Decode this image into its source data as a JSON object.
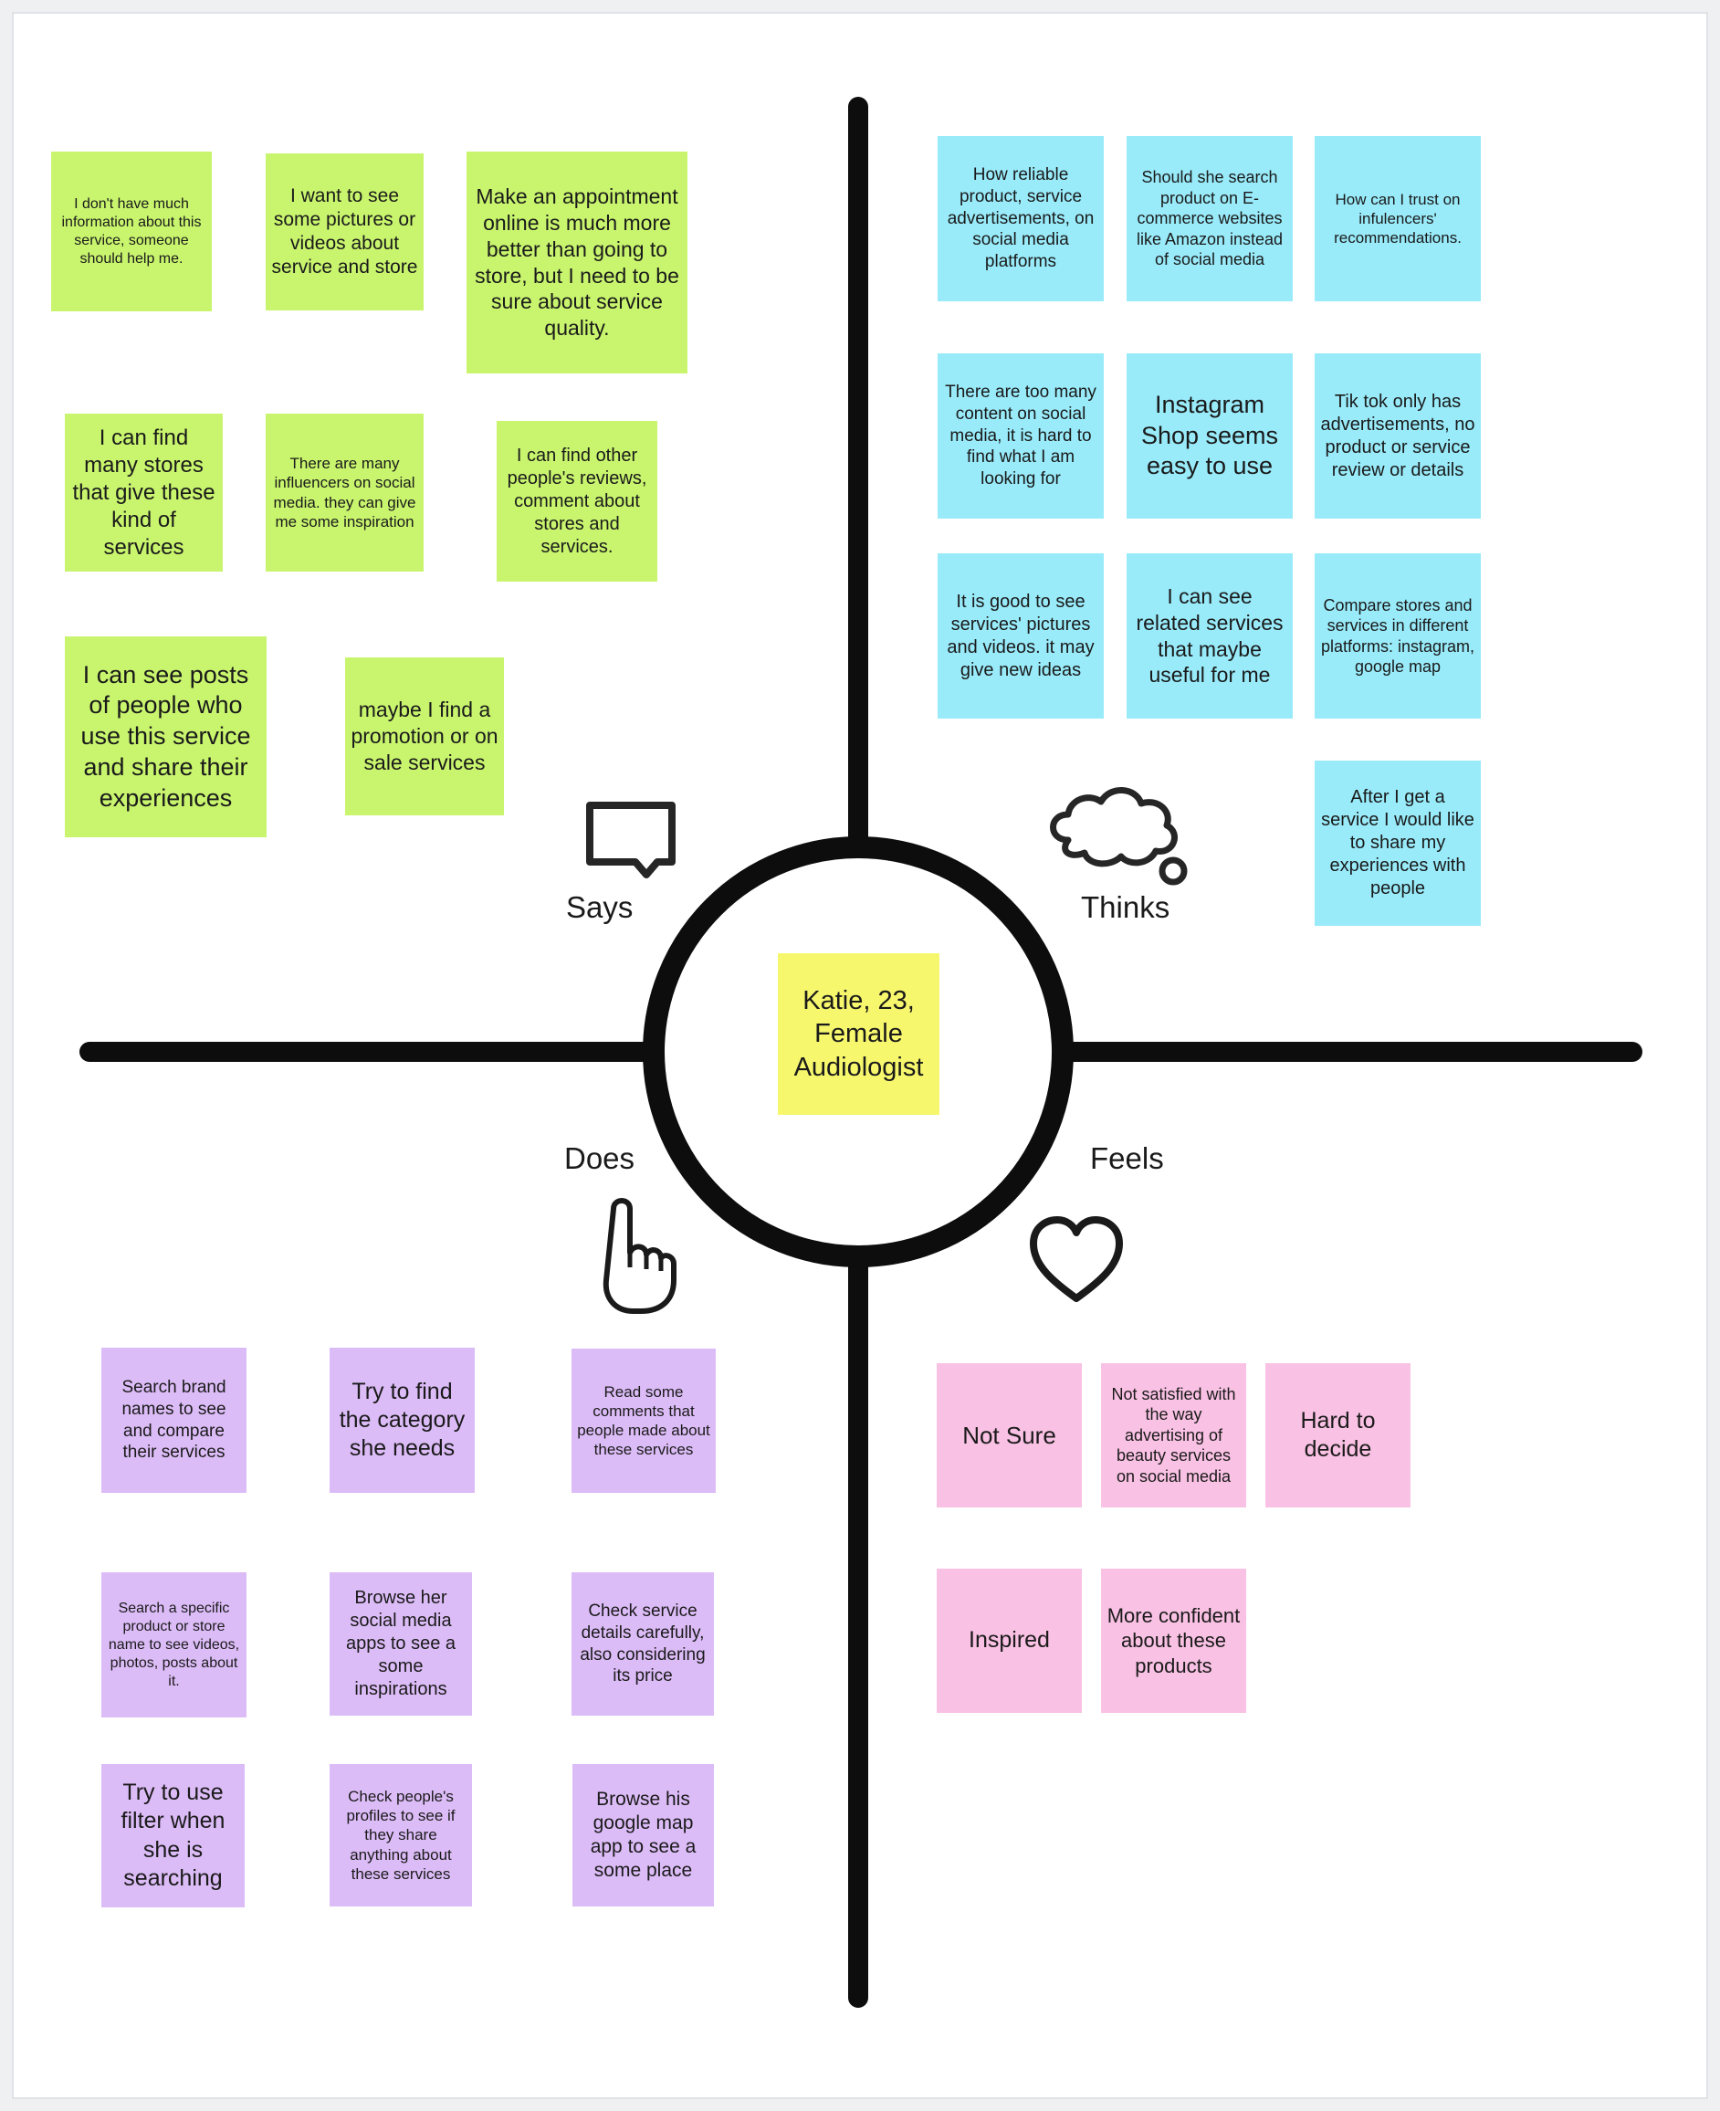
{
  "colors": {
    "says": "#c9f56e",
    "thinks": "#99ebfa",
    "does": "#dcbcf7",
    "feels": "#f9c1e3",
    "center": "#f7f76e",
    "line": "#0d0d0d"
  },
  "center": {
    "text": "Katie, 23, Female Audiologist"
  },
  "quadrants": {
    "says": {
      "label": "Says",
      "icon": "speech-bubble-icon"
    },
    "thinks": {
      "label": "Thinks",
      "icon": "thought-cloud-icon"
    },
    "does": {
      "label": "Does",
      "icon": "pointing-hand-icon"
    },
    "feels": {
      "label": "Feels",
      "icon": "heart-icon"
    }
  },
  "notes": {
    "says": [
      "I don't have much information about this service, someone should help me.",
      "I want to see some pictures or videos about service and store",
      "Make an appointment online is much more better than going to store, but I need to be sure about service quality.",
      "I can find many stores that give these kind of services",
      "There are many influencers on social media. they can give me some inspiration",
      "I can find other people's reviews, comment about stores and services.",
      "I can see posts of people who use this service and share their experiences",
      "maybe I find a promotion or on sale services"
    ],
    "thinks": [
      "How reliable product, service advertisements, on social media platforms",
      "Should she search product on E-commerce websites like Amazon instead of social media",
      "How can I trust on infulencers' recommendations.",
      "There are too many content on social media, it is hard to find what I am looking for",
      "Instagram Shop seems easy to use",
      "Tik tok only has advertisements, no product or service review or details",
      "It is good to see services' pictures and videos. it may give new ideas",
      "I can see related services that maybe useful for me",
      "Compare stores and services in different platforms: instagram, google map",
      "After I get a service I would like to share my experiences with people"
    ],
    "does": [
      "Search brand names to see and compare their services",
      "Try to find the category she needs",
      "Read some comments that people made about these services",
      "Search a specific product or store name to see videos, photos, posts about it.",
      "Browse her social media apps to see a some inspirations",
      "Check service details carefully, also considering its price",
      "Try to use filter when she is searching",
      "Check people's profiles to see if they share anything about these services",
      "Browse his google map app to see a some place"
    ],
    "feels": [
      "Not Sure",
      "Not satisfied with the way advertising of beauty services on social media",
      "Hard to decide",
      "Inspired",
      "More confident about these products"
    ]
  }
}
